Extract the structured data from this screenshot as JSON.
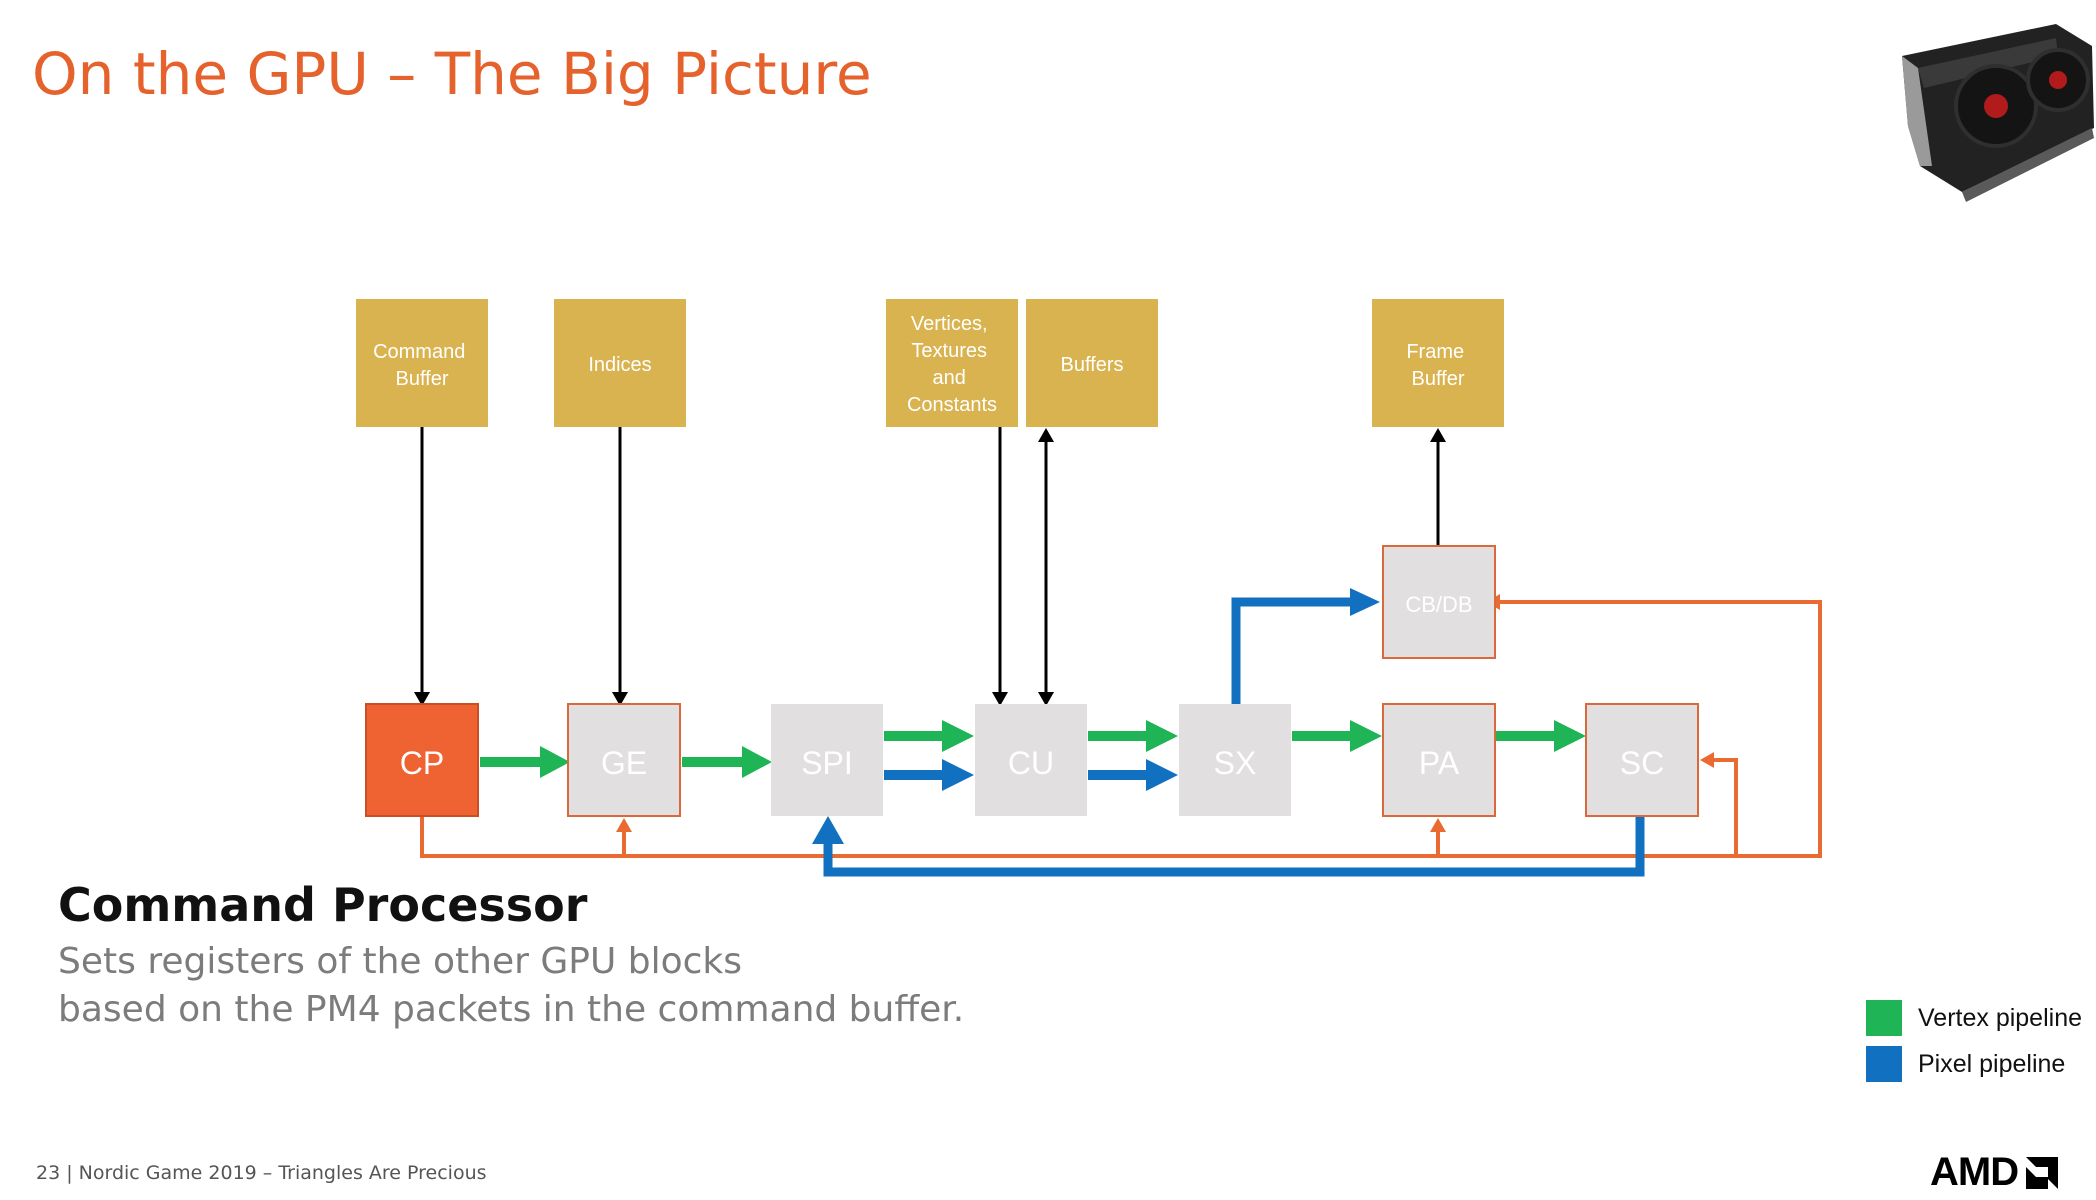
{
  "title": "On the GPU – The Big Picture",
  "colors": {
    "title": "#e5622c",
    "memory_box": "#d9b34f",
    "unit_box": "#e1dfdf",
    "cp_box": "#ee6331",
    "orange_border": "#d9693a",
    "vertex_pipeline": "#1fb556",
    "pixel_pipeline": "#1270c0",
    "control_line": "#ea6b32",
    "memory_line": "#000000"
  },
  "memory": {
    "command_buffer": [
      "Command",
      "Buffer"
    ],
    "indices": [
      "Indices"
    ],
    "vertices": [
      "Vertices,",
      "Textures",
      "and",
      "Constants"
    ],
    "buffers": [
      "Buffers"
    ],
    "frame_buffer": [
      "Frame",
      "Buffer"
    ]
  },
  "units": {
    "cp": "CP",
    "ge": "GE",
    "spi": "SPI",
    "cu": "CU",
    "sx": "SX",
    "pa": "PA",
    "sc": "SC",
    "cbdb": "CB/DB"
  },
  "heading": "Command Processor",
  "description": [
    "Sets registers of the other GPU blocks",
    "based on the PM4 packets in the command buffer."
  ],
  "legend": [
    {
      "label": "Vertex pipeline",
      "color": "#1fb556"
    },
    {
      "label": "Pixel pipeline",
      "color": "#1270c0"
    }
  ],
  "footer": "23   |  Nordic Game 2019 – Triangles Are Precious",
  "logo": "AMD"
}
